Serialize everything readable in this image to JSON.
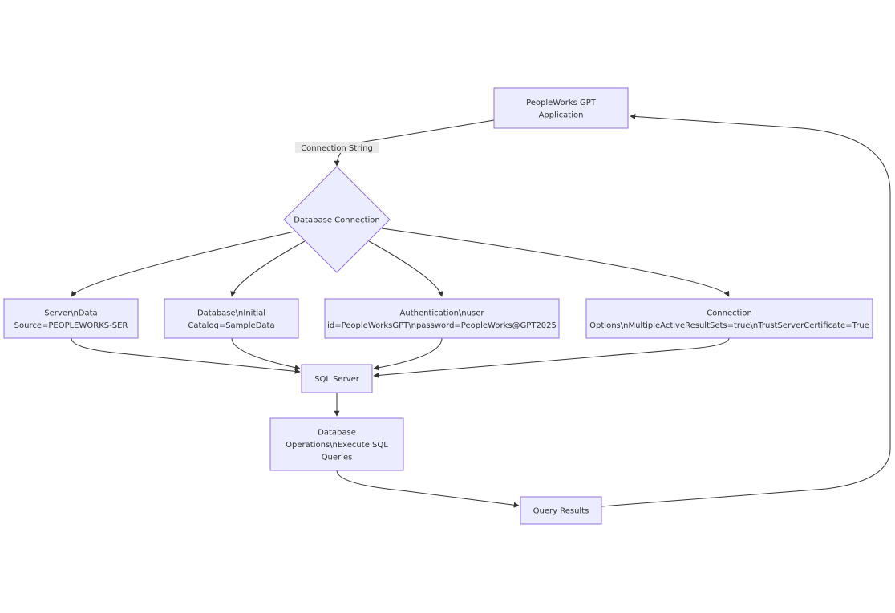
{
  "colors": {
    "node_fill": "#ECECFF",
    "node_stroke": "#9370DB",
    "edge": "#333333",
    "label_bg": "#E8E8E8",
    "text": "#333333"
  },
  "nodes": {
    "app": [
      "PeopleWorks GPT",
      "Application"
    ],
    "db_connection": [
      "Database Connection"
    ],
    "server": [
      "Server\\nData",
      "Source=PEOPLEWORKS-SER"
    ],
    "database": [
      "Database\\nInitial",
      "Catalog=SampleData"
    ],
    "auth": [
      "Authentication\\nuser",
      "id=PeopleWorksGPT\\npassword=PeopleWorks@GPT2025"
    ],
    "conn_options": [
      "Connection",
      "Options\\nMultipleActiveResultSets=true\\nTrustServerCertificate=True"
    ],
    "sql_server": [
      "SQL Server"
    ],
    "db_operations": [
      "Database",
      "Operations\\nExecute SQL",
      "Queries"
    ],
    "query_results": [
      "Query Results"
    ]
  },
  "edges": [
    {
      "from": "app",
      "to": "db_connection",
      "label": "Connection String"
    },
    {
      "from": "db_connection",
      "to": "server",
      "label": ""
    },
    {
      "from": "db_connection",
      "to": "database",
      "label": ""
    },
    {
      "from": "db_connection",
      "to": "auth",
      "label": ""
    },
    {
      "from": "db_connection",
      "to": "conn_options",
      "label": ""
    },
    {
      "from": "server",
      "to": "sql_server",
      "label": ""
    },
    {
      "from": "database",
      "to": "sql_server",
      "label": ""
    },
    {
      "from": "auth",
      "to": "sql_server",
      "label": ""
    },
    {
      "from": "conn_options",
      "to": "sql_server",
      "label": ""
    },
    {
      "from": "sql_server",
      "to": "db_operations",
      "label": ""
    },
    {
      "from": "db_operations",
      "to": "query_results",
      "label": ""
    },
    {
      "from": "query_results",
      "to": "app",
      "label": ""
    }
  ]
}
